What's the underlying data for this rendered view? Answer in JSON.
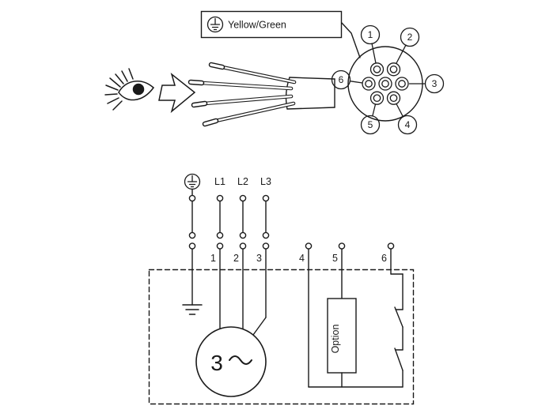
{
  "colors": {
    "ink": "#1a1a1a",
    "paper": "#ffffff"
  },
  "top": {
    "wire_label": "Yellow/Green",
    "callouts": [
      "1",
      "2",
      "3",
      "4",
      "5",
      "6"
    ],
    "icons": {
      "eye": "view-direction-eye",
      "arrow": "view-direction-arrow",
      "earth": "protective-earth-symbol"
    }
  },
  "bottom": {
    "phase_labels": [
      "L1",
      "L2",
      "L3"
    ],
    "terminals": [
      "1",
      "2",
      "3",
      "4",
      "5",
      "6"
    ],
    "option_label": "Option",
    "motor_label": "3"
  }
}
